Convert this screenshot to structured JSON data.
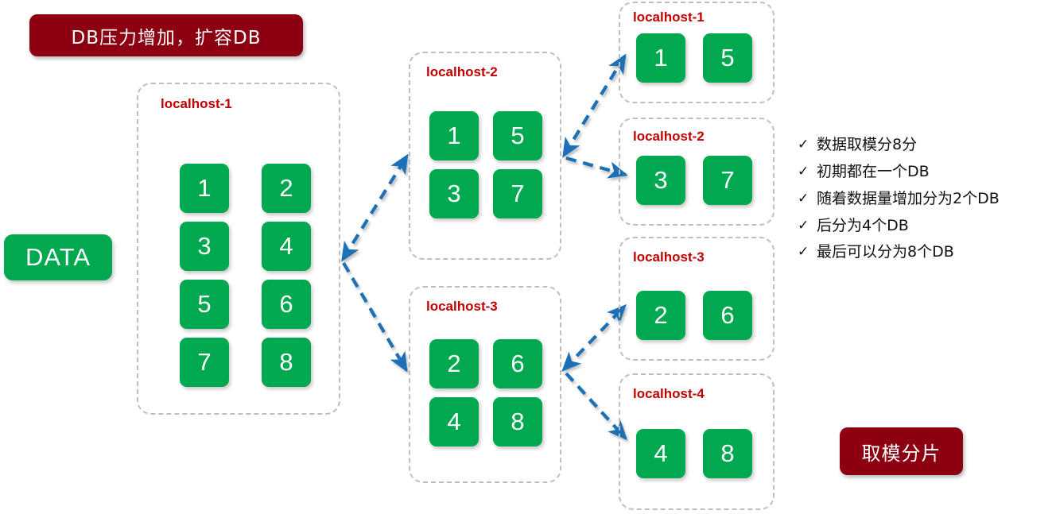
{
  "title_badge": {
    "label": "DB压力增加，扩容DB",
    "color": "#8C0011"
  },
  "footer_badge": {
    "label": "取模分片",
    "color": "#8C0011"
  },
  "source": {
    "label": "DATA",
    "color": "#00A94F"
  },
  "theme": {
    "tile_green": "#00A94F",
    "host_label_red": "#C00000",
    "arrow_blue": "#1F6FB5",
    "dashed_border_gray": "#BFBFBF",
    "badge_dark_red": "#8C0011"
  },
  "stages": [
    {
      "name": "stage-1-single-db",
      "hosts": [
        {
          "label": "localhost-1",
          "columns": [
            [
              "1",
              "3",
              "5",
              "7"
            ],
            [
              "2",
              "4",
              "6",
              "8"
            ]
          ]
        }
      ]
    },
    {
      "name": "stage-2-two-db",
      "hosts": [
        {
          "label": "localhost-2",
          "columns": [
            [
              "1",
              "3"
            ],
            [
              "5",
              "7"
            ]
          ]
        },
        {
          "label": "localhost-3",
          "columns": [
            [
              "2",
              "4"
            ],
            [
              "6",
              "8"
            ]
          ]
        }
      ]
    },
    {
      "name": "stage-3-four-db",
      "hosts": [
        {
          "label": "localhost-1",
          "columns": [
            [
              "1"
            ],
            [
              "5"
            ]
          ]
        },
        {
          "label": "localhost-2",
          "columns": [
            [
              "3"
            ],
            [
              "7"
            ]
          ]
        },
        {
          "label": "localhost-3",
          "columns": [
            [
              "2"
            ],
            [
              "6"
            ]
          ]
        },
        {
          "label": "localhost-4",
          "columns": [
            [
              "4"
            ],
            [
              "8"
            ]
          ]
        }
      ]
    }
  ],
  "notes": {
    "bullet_mark": "✓",
    "items": [
      "数据取模分8分",
      "初期都在一个DB",
      "随着数据量增加分为2个DB",
      "后分为4个DB",
      "最后可以分为8个DB"
    ]
  }
}
